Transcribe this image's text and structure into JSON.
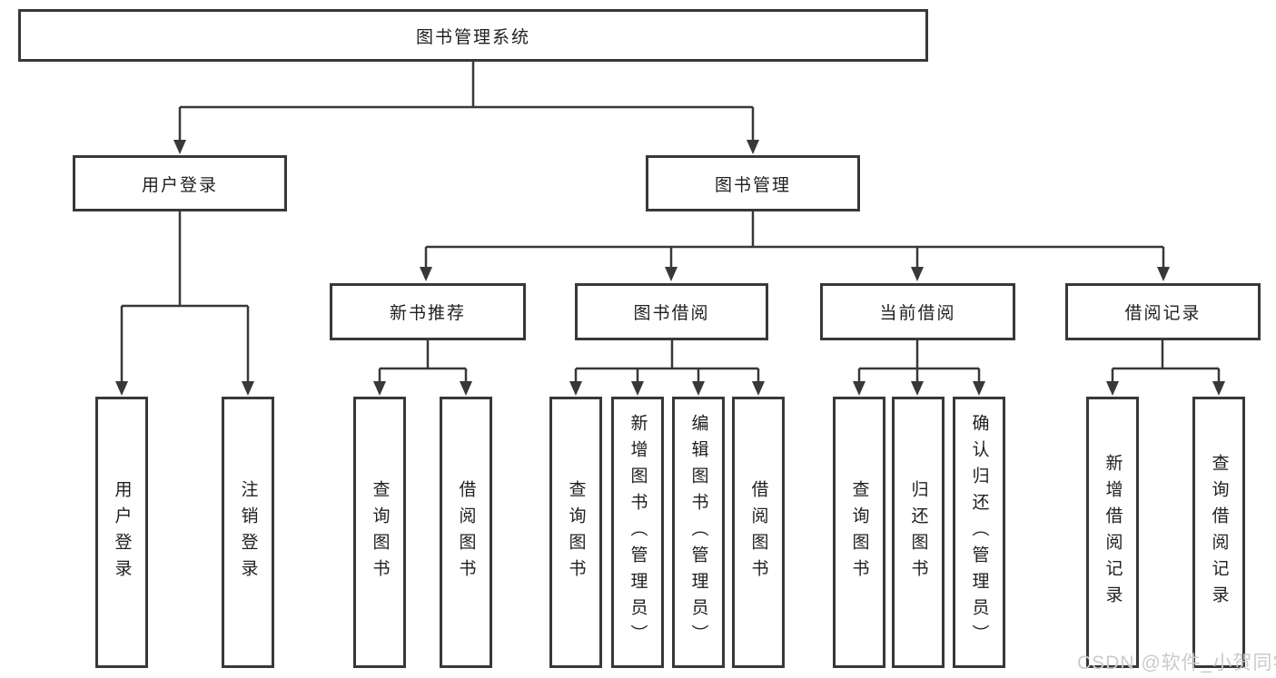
{
  "diagram": {
    "root": {
      "label": "图书管理系统"
    },
    "branches": {
      "user": {
        "label": "用户登录",
        "children": [
          {
            "label": "用户登录"
          },
          {
            "label": "注销登录"
          }
        ]
      },
      "book": {
        "label": "图书管理",
        "groups": [
          {
            "label": "新书推荐",
            "children": [
              {
                "label": "查询图书"
              },
              {
                "label": "借阅图书"
              }
            ]
          },
          {
            "label": "图书借阅",
            "children": [
              {
                "label": "查询图书"
              },
              {
                "label": "新增图书（管理员）"
              },
              {
                "label": "编辑图书（管理员）"
              },
              {
                "label": "借阅图书"
              }
            ]
          },
          {
            "label": "当前借阅",
            "children": [
              {
                "label": "查询图书"
              },
              {
                "label": "归还图书"
              },
              {
                "label": "确认归还（管理员）"
              }
            ]
          },
          {
            "label": "借阅记录",
            "children": [
              {
                "label": "新增借阅记录"
              },
              {
                "label": "查询借阅记录"
              }
            ]
          }
        ]
      }
    },
    "watermark": {
      "text": "CSDN @软件_小贺同学"
    },
    "colors": {
      "line": "#383838",
      "text": "#1f1f1f",
      "watermark": "#cbcbcb",
      "background": "#ffffff"
    }
  }
}
